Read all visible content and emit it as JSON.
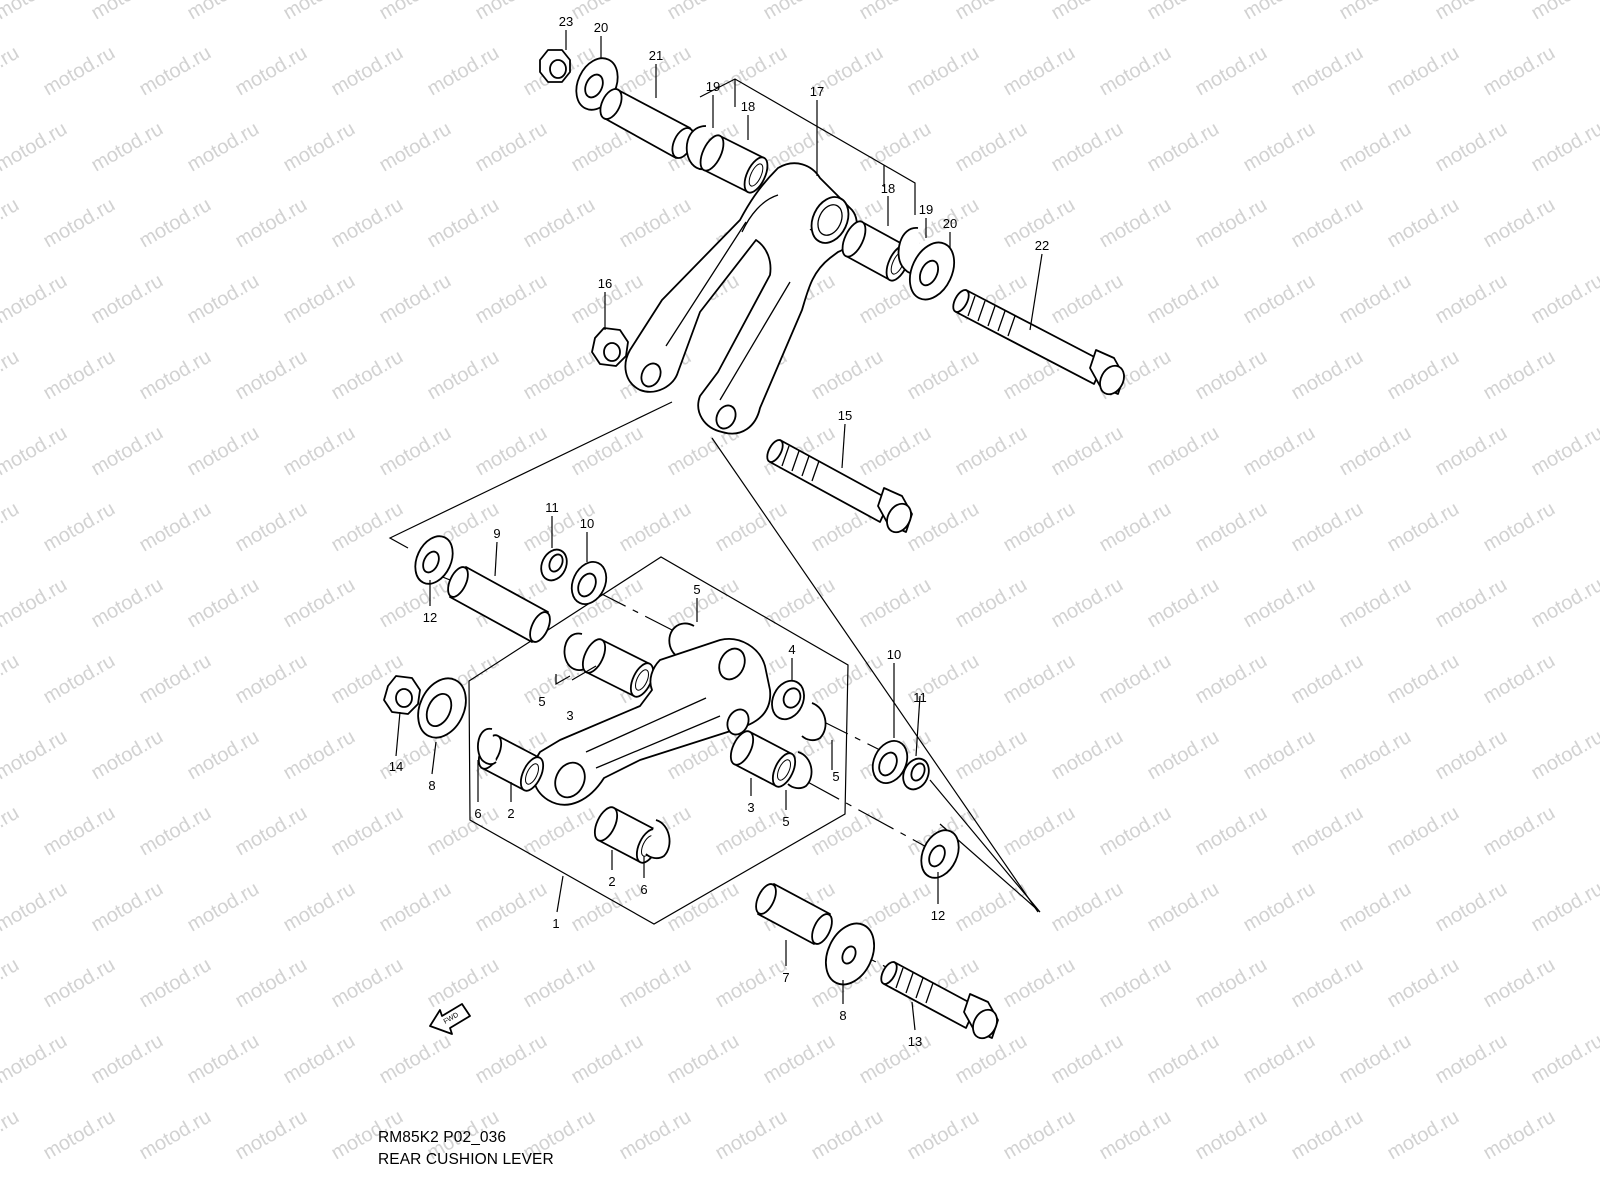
{
  "watermark": "motod.ru",
  "diagram_code": "RM85K2 P02_036",
  "diagram_title": "REAR CUSHION LEVER",
  "fwd_label": "FWD",
  "callouts": [
    {
      "id": "c23",
      "label": "23"
    },
    {
      "id": "c20a",
      "label": "20"
    },
    {
      "id": "c21",
      "label": "21"
    },
    {
      "id": "c19a",
      "label": "19"
    },
    {
      "id": "c18a",
      "label": "18"
    },
    {
      "id": "c17",
      "label": "17"
    },
    {
      "id": "c18b",
      "label": "18"
    },
    {
      "id": "c19b",
      "label": "19"
    },
    {
      "id": "c20b",
      "label": "20"
    },
    {
      "id": "c22",
      "label": "22"
    },
    {
      "id": "c16",
      "label": "16"
    },
    {
      "id": "c15",
      "label": "15"
    },
    {
      "id": "c11a",
      "label": "11"
    },
    {
      "id": "c10a",
      "label": "10"
    },
    {
      "id": "c9",
      "label": "9"
    },
    {
      "id": "c12a",
      "label": "12"
    },
    {
      "id": "c5a",
      "label": "5"
    },
    {
      "id": "c4",
      "label": "4"
    },
    {
      "id": "c5b",
      "label": "5"
    },
    {
      "id": "c3a",
      "label": "3"
    },
    {
      "id": "c10b",
      "label": "10"
    },
    {
      "id": "c11b",
      "label": "11"
    },
    {
      "id": "c5c",
      "label": "5"
    },
    {
      "id": "c3b",
      "label": "3"
    },
    {
      "id": "c5d",
      "label": "5"
    },
    {
      "id": "c14",
      "label": "14"
    },
    {
      "id": "c8a",
      "label": "8"
    },
    {
      "id": "c6a",
      "label": "6"
    },
    {
      "id": "c2a",
      "label": "2"
    },
    {
      "id": "c2b",
      "label": "2"
    },
    {
      "id": "c6b",
      "label": "6"
    },
    {
      "id": "c1",
      "label": "1"
    },
    {
      "id": "c12b",
      "label": "12"
    },
    {
      "id": "c7",
      "label": "7"
    },
    {
      "id": "c8b",
      "label": "8"
    },
    {
      "id": "c13",
      "label": "13"
    }
  ]
}
